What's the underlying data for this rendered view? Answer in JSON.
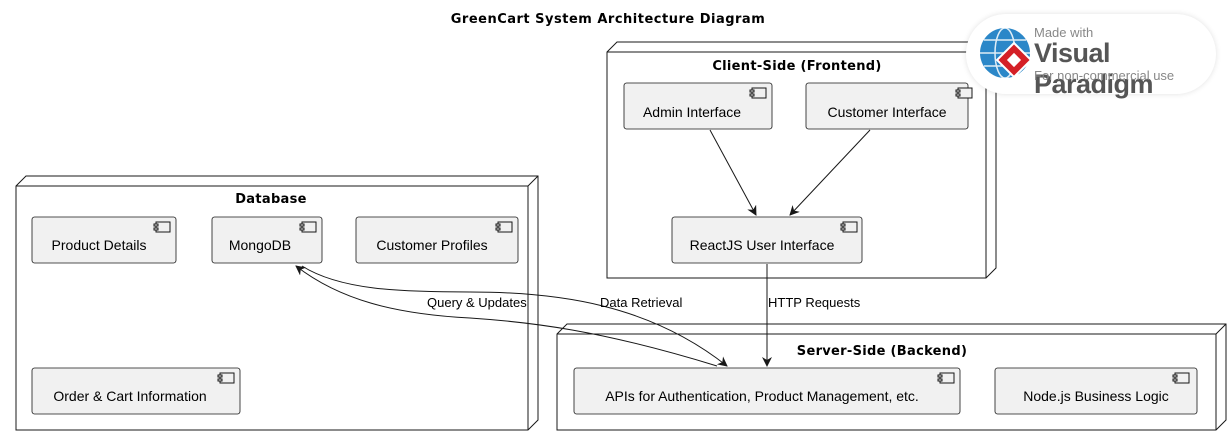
{
  "diagram_title": "GreenCart System Architecture Diagram",
  "nodes": {
    "client": {
      "title": "Client-Side (Frontend)"
    },
    "server": {
      "title": "Server-Side (Backend)"
    },
    "database": {
      "title": "Database"
    }
  },
  "components": {
    "admin_interface": "Admin Interface",
    "customer_interface": "Customer Interface",
    "reactjs_ui": "ReactJS User Interface",
    "apis": "APIs for Authentication, Product Management, etc.",
    "nodejs_logic": "Node.js Business Logic",
    "product_details": "Product Details",
    "mongodb": "MongoDB",
    "customer_profiles": "Customer Profiles",
    "order_cart": "Order & Cart Information"
  },
  "edges": {
    "http_requests": "HTTP Requests",
    "query_updates": "Query & Updates",
    "data_retrieval": "Data Retrieval"
  },
  "watermark": {
    "made_with": "Made with",
    "brand": "Visual Paradigm",
    "subtitle": "For non-commercial use"
  },
  "colors": {
    "component_fill": "#F1F1F1",
    "line": "#181818",
    "logo_blue": "#2B87C8",
    "logo_red": "#D42027"
  }
}
